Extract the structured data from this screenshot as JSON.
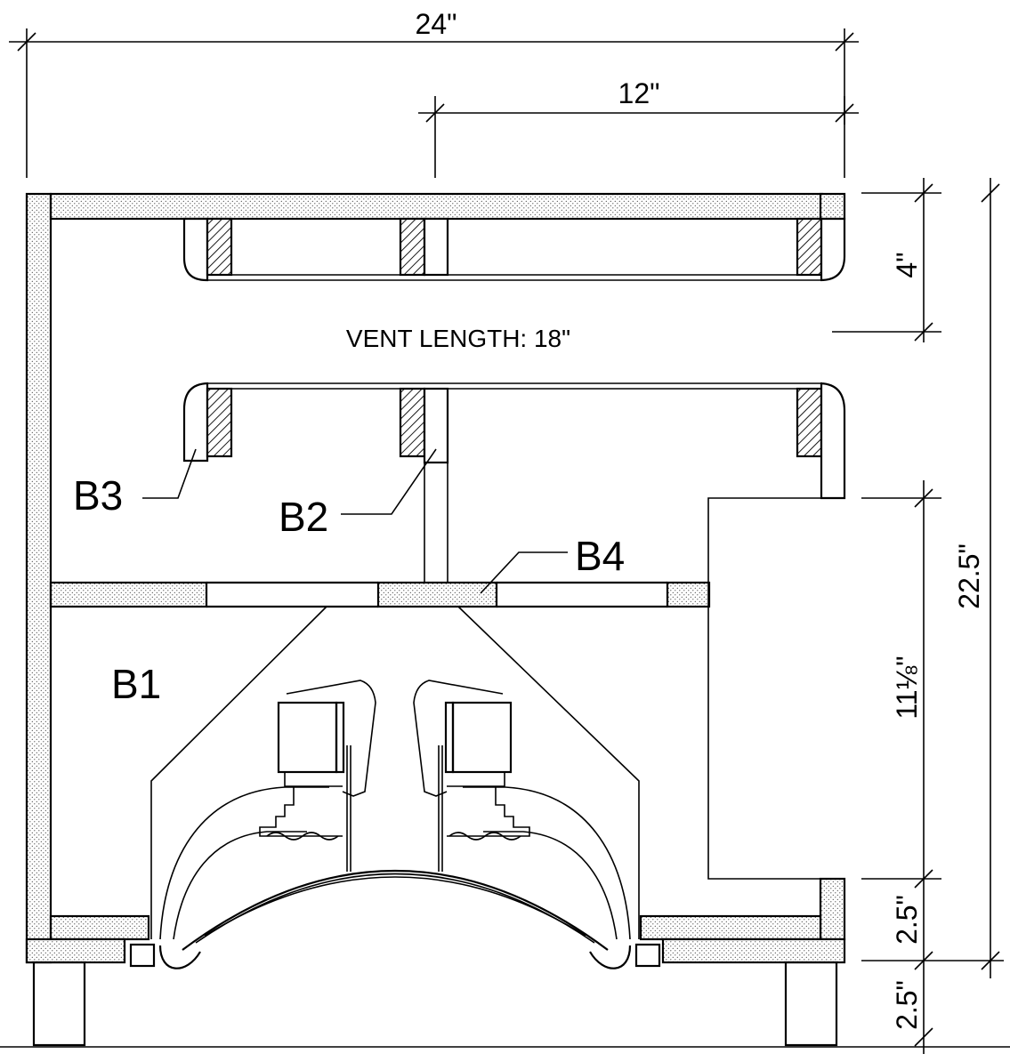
{
  "dimensions": {
    "overall_width": "24\"",
    "half_width": "12\"",
    "vent_height": "4\"",
    "overall_height": "22.5\"",
    "chamber_height": "11⅛\"",
    "base_height": "2.5\"",
    "foot_height": "2.5\""
  },
  "annotations": {
    "vent_length": "VENT LENGTH: 18\""
  },
  "labels": {
    "b1": "B1",
    "b2": "B2",
    "b3": "B3",
    "b4": "B4"
  }
}
